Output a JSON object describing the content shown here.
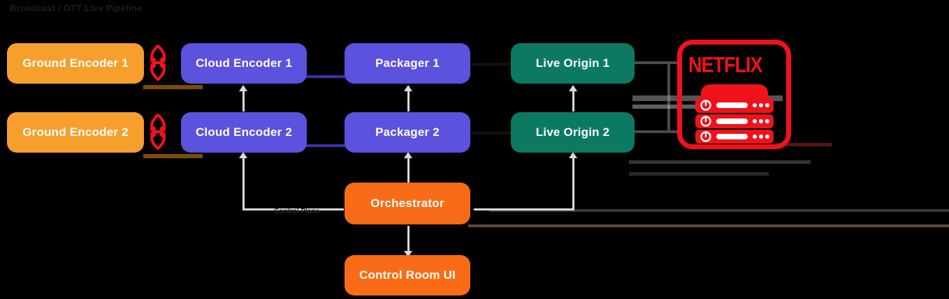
{
  "diagram": {
    "title": "Broadcast / OTT Live Pipeline",
    "type": "architecture-flow",
    "background": "#000000"
  },
  "colors": {
    "ground_encoder": "#F79F2C",
    "cloud_encoder": "#5B52DE",
    "packager": "#5B52DE",
    "live_origin": "#0C7A63",
    "orchestrator": "#F96B16",
    "control_room": "#F96B16",
    "brand_red": "#F0121B",
    "connector": "#D9D9D9",
    "text_on_node": "#FFFFFF"
  },
  "nodes": [
    {
      "id": "ground-encoder-1",
      "label": "Ground Encoder 1",
      "color_key": "ground_encoder",
      "row": 1,
      "col": 1
    },
    {
      "id": "ground-encoder-2",
      "label": "Ground Encoder 2",
      "color_key": "ground_encoder",
      "row": 2,
      "col": 1
    },
    {
      "id": "cloud-encoder-1",
      "label": "Cloud Encoder 1",
      "color_key": "cloud_encoder",
      "row": 1,
      "col": 2
    },
    {
      "id": "cloud-encoder-2",
      "label": "Cloud Encoder 2",
      "color_key": "cloud_encoder",
      "row": 2,
      "col": 2
    },
    {
      "id": "packager-1",
      "label": "Packager 1",
      "color_key": "packager",
      "row": 1,
      "col": 3
    },
    {
      "id": "packager-2",
      "label": "Packager 2",
      "color_key": "packager",
      "row": 2,
      "col": 3
    },
    {
      "id": "live-origin-1",
      "label": "Live Origin 1",
      "color_key": "live_origin",
      "row": 1,
      "col": 4
    },
    {
      "id": "live-origin-2",
      "label": "Live Origin 2",
      "color_key": "live_origin",
      "row": 2,
      "col": 4
    },
    {
      "id": "orchestrator",
      "label": "Orchestrator",
      "color_key": "orchestrator",
      "row": 3,
      "col": 3
    },
    {
      "id": "control-room-ui",
      "label": "Control Room UI",
      "color_key": "control_room",
      "row": 4,
      "col": 3
    }
  ],
  "brand_panel": {
    "wordmark": "NETFLIX",
    "icon_name": "server-rack-icon",
    "rack_units": 3,
    "indicator_dots_per_unit": 3,
    "color": "#F0121B"
  },
  "link_icons": [
    {
      "id": "link-ground1-cloud1",
      "icon_name": "link-chain-icon",
      "color": "#F0121B"
    },
    {
      "id": "link-ground2-cloud2",
      "icon_name": "link-chain-icon",
      "color": "#F0121B"
    }
  ],
  "edge_labels": [
    {
      "id": "control-plane-label",
      "text": "Control Plane"
    }
  ],
  "edges": [
    {
      "from": "ground-encoder-1",
      "to": "cloud-encoder-1",
      "kind": "contribution"
    },
    {
      "from": "ground-encoder-2",
      "to": "cloud-encoder-2",
      "kind": "contribution"
    },
    {
      "from": "cloud-encoder-1",
      "to": "packager-1",
      "kind": "media"
    },
    {
      "from": "cloud-encoder-2",
      "to": "packager-2",
      "kind": "media"
    },
    {
      "from": "packager-1",
      "to": "live-origin-1",
      "kind": "media"
    },
    {
      "from": "packager-2",
      "to": "live-origin-2",
      "kind": "media"
    },
    {
      "from": "live-origin-1",
      "to": "brand-panel",
      "kind": "delivery"
    },
    {
      "from": "live-origin-2",
      "to": "brand-panel",
      "kind": "delivery"
    },
    {
      "from": "orchestrator",
      "to": "cloud-encoder-2",
      "kind": "control"
    },
    {
      "from": "orchestrator",
      "to": "packager-2",
      "kind": "control"
    },
    {
      "from": "orchestrator",
      "to": "live-origin-2",
      "kind": "control"
    },
    {
      "from": "orchestrator",
      "to": "control-room-ui",
      "kind": "control"
    }
  ]
}
